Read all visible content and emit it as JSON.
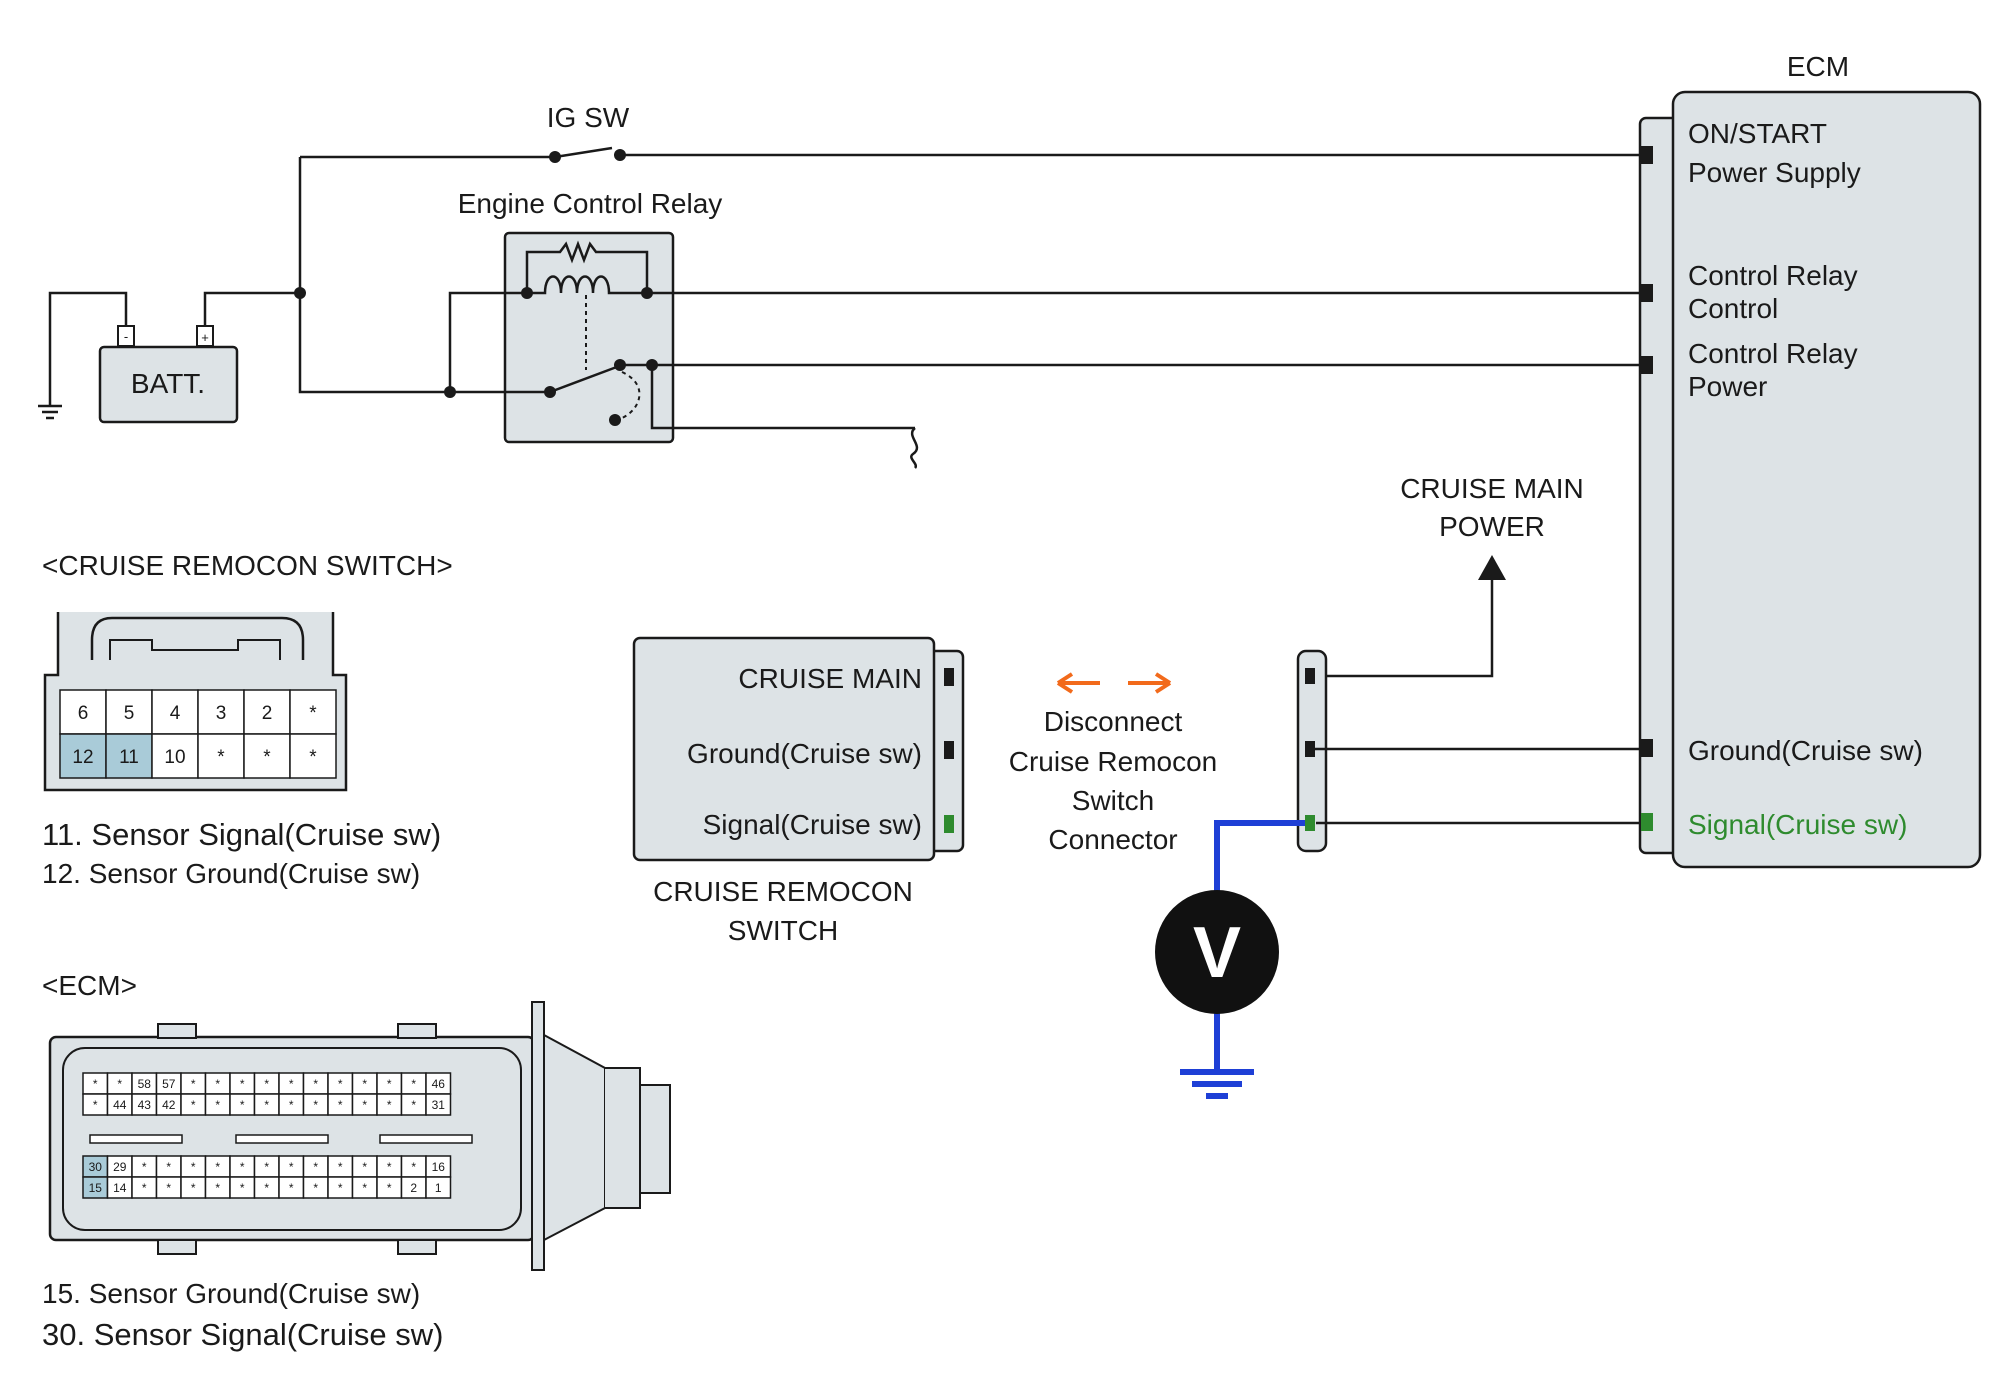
{
  "labels": {
    "ig_sw": "IG SW",
    "relay": "Engine Control Relay",
    "batt": "BATT.",
    "batt_minus": "-",
    "batt_plus": "+",
    "ecm_title": "ECM",
    "ecm_pin1_line1": "ON/START",
    "ecm_pin1_line2": "Power Supply",
    "ecm_pin2_line1": "Control Relay",
    "ecm_pin2_line2": "Control",
    "ecm_pin3_line1": "Control Relay",
    "ecm_pin3_line2": "Power",
    "ecm_ground": "Ground(Cruise sw)",
    "ecm_signal": "Signal(Cruise sw)",
    "cruise_power_line1": "CRUISE MAIN",
    "cruise_power_line2": "POWER",
    "switch_pin_main": "CRUISE MAIN",
    "switch_pin_ground": "Ground(Cruise sw)",
    "switch_pin_signal": "Signal(Cruise sw)",
    "switch_name_line1": "CRUISE REMOCON",
    "switch_name_line2": "SWITCH",
    "disconnect_line1": "Disconnect",
    "disconnect_line2": "Cruise Remocon",
    "disconnect_line3": "Switch",
    "disconnect_line4": "Connector",
    "voltmeter": "V"
  },
  "switch_connector": {
    "title": "<CRUISE REMOCON SWITCH>",
    "row1": [
      "6",
      "5",
      "4",
      "3",
      "2",
      "*"
    ],
    "row2": [
      "12",
      "11",
      "10",
      "*",
      "*",
      "*"
    ],
    "highlighted": [
      "12",
      "11"
    ],
    "legend": [
      {
        "text": "11. Sensor Signal(Cruise sw)",
        "color": "#2e8b2e"
      },
      {
        "text": "12. Sensor Ground(Cruise sw)",
        "color": "#1a1a1a"
      }
    ]
  },
  "ecm_connector": {
    "title": "<ECM>",
    "upper_row1": [
      "*",
      "*",
      "58",
      "57",
      "*",
      "*",
      "*",
      "*",
      "*",
      "*",
      "*",
      "*",
      "*",
      "*",
      "46"
    ],
    "upper_row2": [
      "*",
      "44",
      "43",
      "42",
      "*",
      "*",
      "*",
      "*",
      "*",
      "*",
      "*",
      "*",
      "*",
      "*",
      "31"
    ],
    "lower_row1": [
      "30",
      "29",
      "*",
      "*",
      "*",
      "*",
      "*",
      "*",
      "*",
      "*",
      "*",
      "*",
      "*",
      "*",
      "16"
    ],
    "lower_row2": [
      "15",
      "14",
      "*",
      "*",
      "*",
      "*",
      "*",
      "*",
      "*",
      "*",
      "*",
      "*",
      "*",
      "2",
      "1"
    ],
    "highlighted": [
      "30",
      "15"
    ],
    "legend": [
      {
        "text": "15. Sensor Ground(Cruise sw)",
        "color": "#1a1a1a"
      },
      {
        "text": "30. Sensor Signal(Cruise sw)",
        "color": "#2e8b2e"
      }
    ]
  },
  "colors": {
    "signal_green": "#2e8b2e",
    "meter_wire_blue": "#1e3fd6",
    "disconnect_arrow": "#f26a1b",
    "component_fill": "#dde3e6",
    "pin_highlight": "#a9cbd8"
  }
}
